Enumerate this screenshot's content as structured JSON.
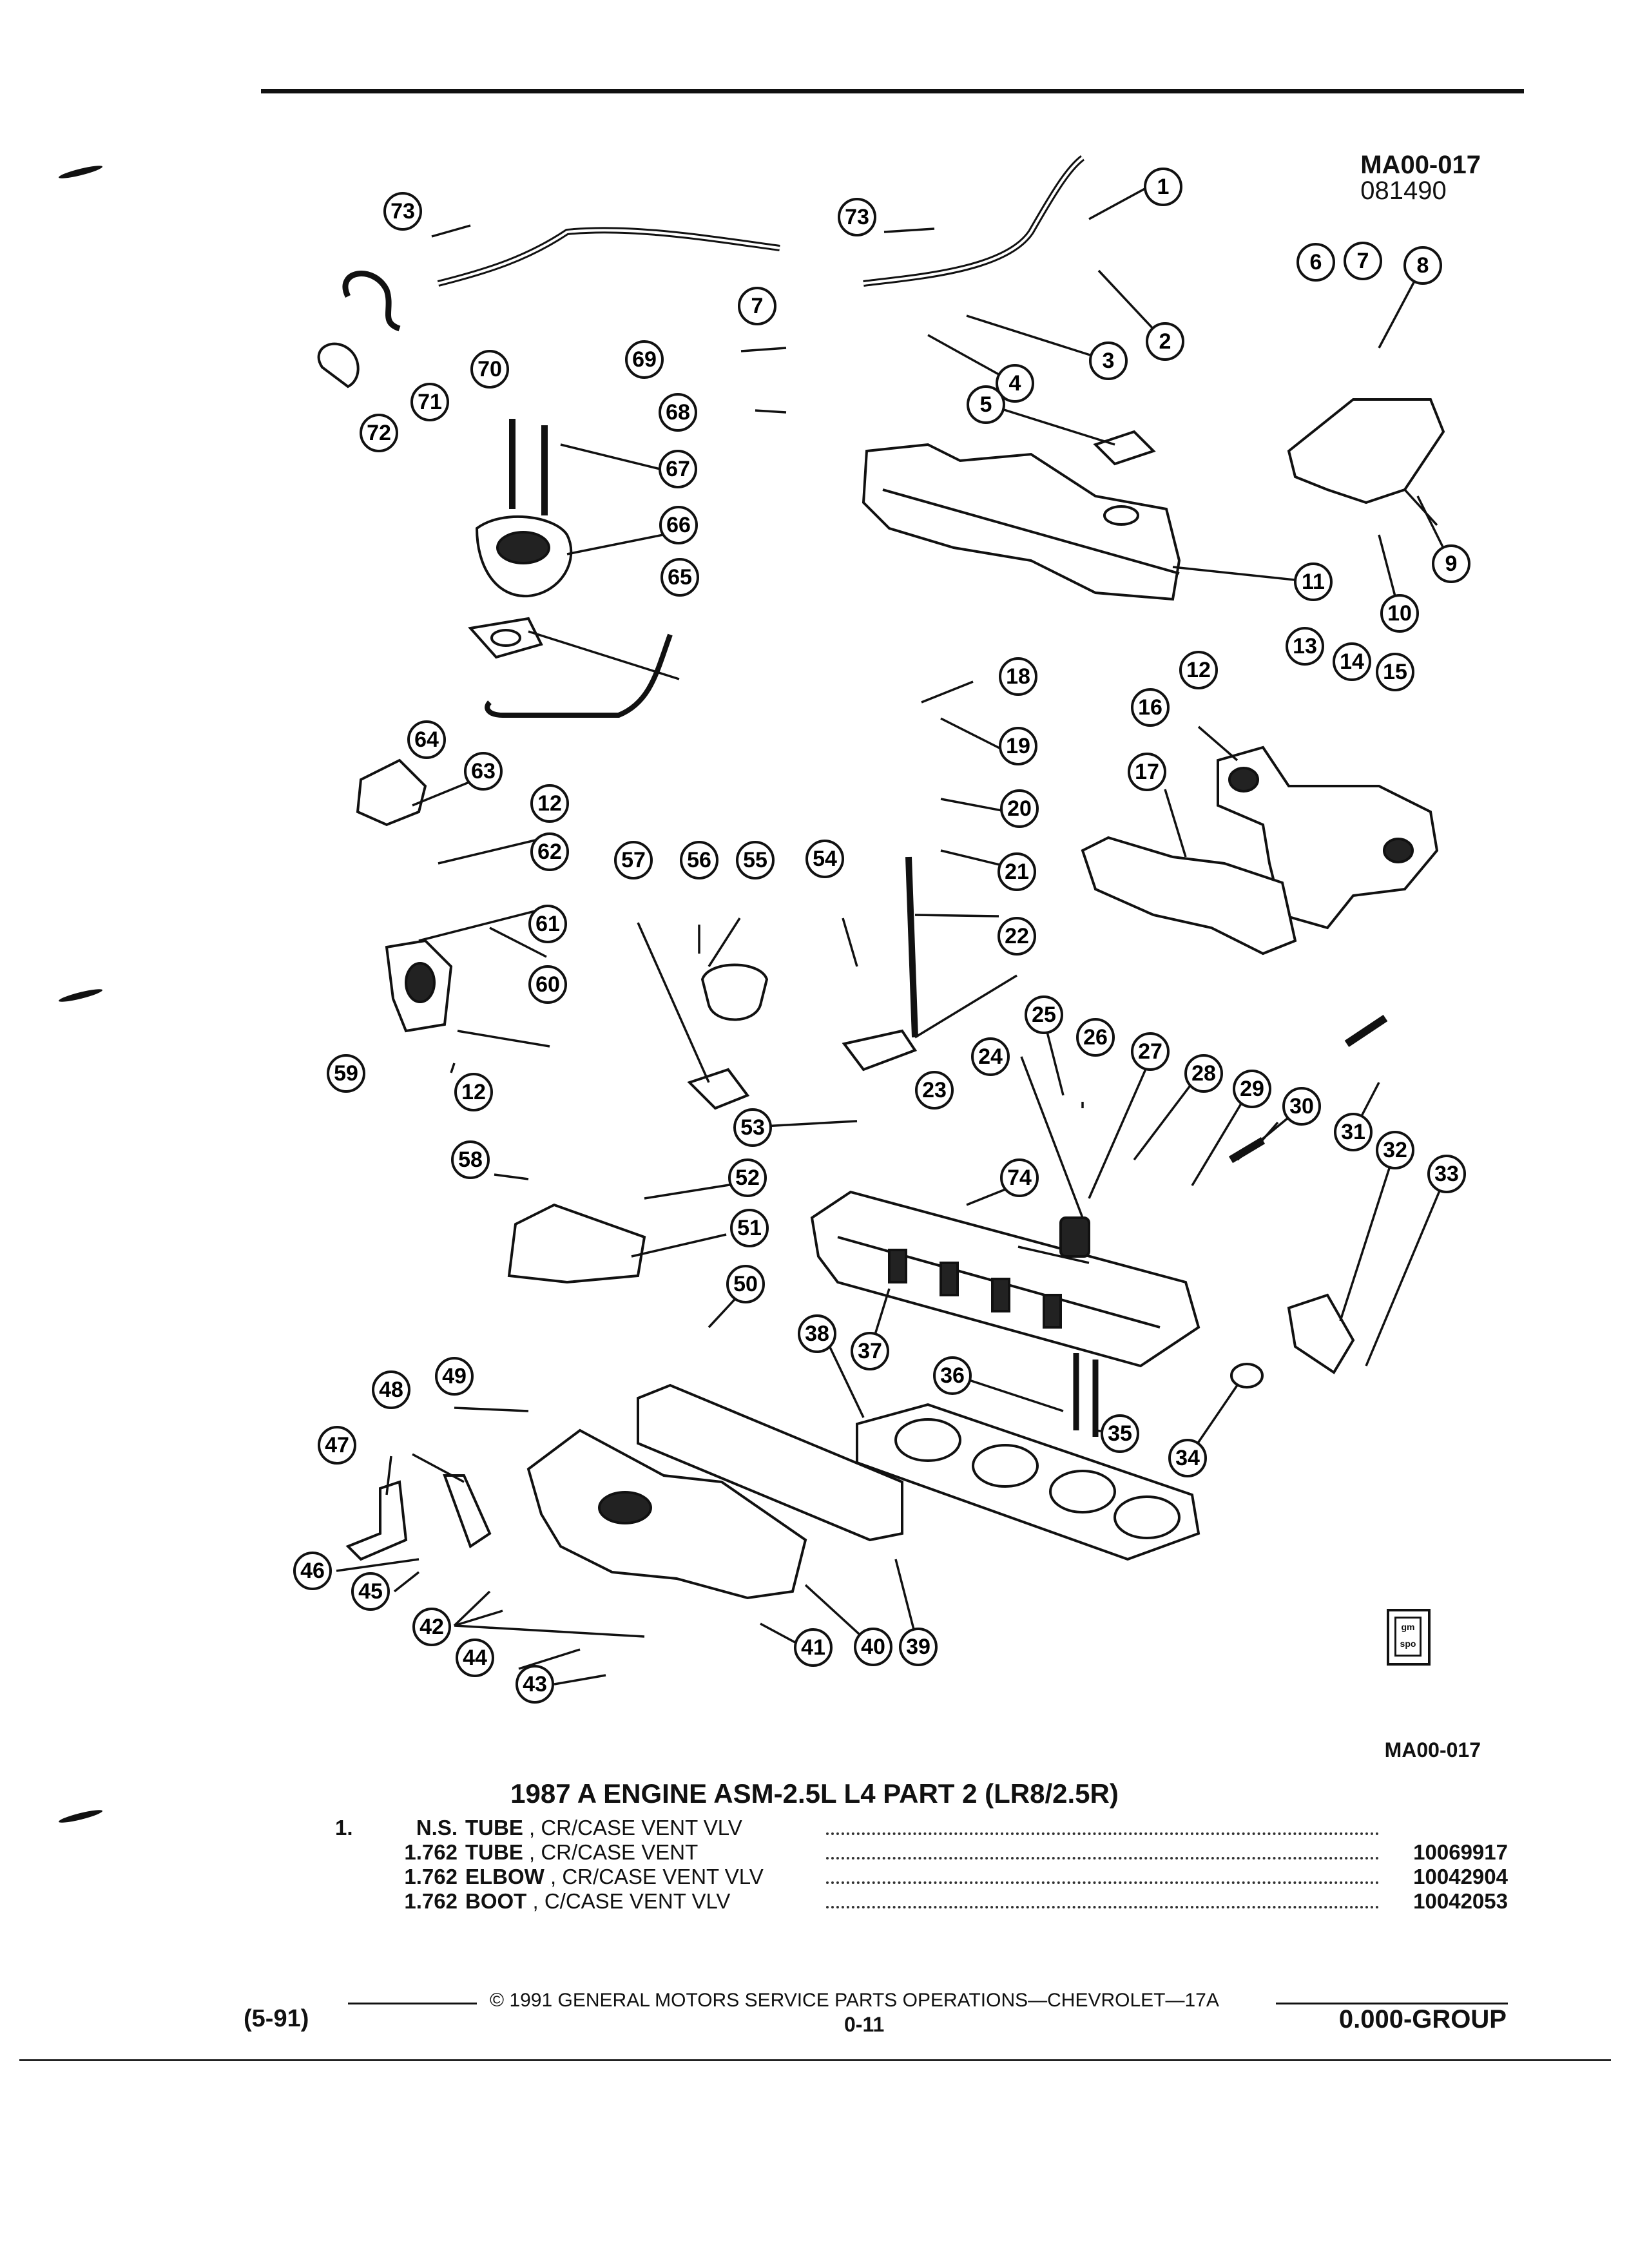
{
  "header": {
    "ref_code": "MA00-017",
    "ref_date": "081490"
  },
  "diagram": {
    "bottom_code": "MA00-017",
    "callouts": [
      "1",
      "2",
      "3",
      "4",
      "5",
      "6",
      "7",
      "8",
      "9",
      "10",
      "11",
      "12",
      "13",
      "14",
      "15",
      "16",
      "17",
      "18",
      "19",
      "20",
      "21",
      "22",
      "23",
      "24",
      "25",
      "26",
      "27",
      "28",
      "29",
      "30",
      "31",
      "32",
      "33",
      "34",
      "35",
      "36",
      "37",
      "38",
      "39",
      "40",
      "41",
      "42",
      "43",
      "44",
      "45",
      "46",
      "47",
      "48",
      "49",
      "50",
      "51",
      "52",
      "53",
      "54",
      "55",
      "56",
      "57",
      "58",
      "59",
      "60",
      "61",
      "62",
      "63",
      "64",
      "65",
      "66",
      "67",
      "68",
      "69",
      "70",
      "71",
      "72",
      "73",
      "74"
    ],
    "logo_text": "gm spo"
  },
  "title": "1987 A ENGINE ASM-2.5L L4 PART 2 (LR8/2.5R)",
  "parts": [
    {
      "item": "1.",
      "code": "N.S.",
      "name": "TUBE",
      "desc": ", CR/CASE VENT VLV",
      "number": ""
    },
    {
      "item": "",
      "code": "1.762",
      "name": "TUBE",
      "desc": ", CR/CASE VENT",
      "number": "10069917"
    },
    {
      "item": "",
      "code": "1.762",
      "name": "ELBOW",
      "desc": ", CR/CASE VENT VLV",
      "number": "10042904"
    },
    {
      "item": "",
      "code": "1.762",
      "name": "BOOT",
      "desc": ", C/CASE VENT VLV",
      "number": "10042053"
    }
  ],
  "footer": {
    "date_code": "(5-91)",
    "copyright": "© 1991 GENERAL MOTORS SERVICE PARTS OPERATIONS—CHEVROLET—17A",
    "page": "0-11",
    "group": "0.000-GROUP"
  }
}
